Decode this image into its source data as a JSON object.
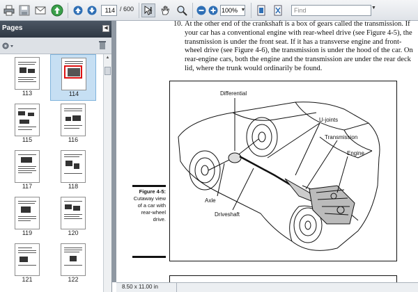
{
  "toolbar": {
    "page_number": "114",
    "page_total": "/ 600",
    "zoom": "100%",
    "find_placeholder": "Find",
    "icons": [
      "print-icon",
      "save-icon",
      "email-icon",
      "upload-icon",
      "prev-page-icon",
      "next-page-icon",
      "select-tool-icon",
      "hand-tool-icon",
      "marquee-zoom-icon",
      "zoom-out-icon",
      "zoom-in-icon",
      "fit-page-icon",
      "full-screen-icon"
    ]
  },
  "sidebar": {
    "title": "Pages",
    "thumbnails": [
      {
        "label": "113",
        "selected": false
      },
      {
        "label": "114",
        "selected": true
      },
      {
        "label": "115",
        "selected": false
      },
      {
        "label": "116",
        "selected": false
      },
      {
        "label": "117",
        "selected": false
      },
      {
        "label": "118",
        "selected": false
      },
      {
        "label": "119",
        "selected": false
      },
      {
        "label": "120",
        "selected": false
      },
      {
        "label": "121",
        "selected": false
      },
      {
        "label": "122",
        "selected": false
      }
    ]
  },
  "document": {
    "item_number": "10.",
    "paragraph": "At the other end of the crankshaft is a box of gears called the transmission. If your car has a conventional engine with rear-wheel drive (see Figure 4-5), the transmission is under the front seat. If it has a transverse engine and front-wheel drive (see Figure 4-6), the transmission is under the hood of the car. On rear-engine cars, both the engine and the transmission are under the rear deck lid, where the trunk would ordinarily be found.",
    "figure": {
      "labels": {
        "differential": "Differential",
        "ujoints": "U-joints",
        "transmission": "Transmission",
        "engine": "Engine",
        "axle": "Axle",
        "driveshaft": "Driveshaft"
      },
      "caption_title": "Figure 4-5:",
      "caption_text": "Cutaway view of a car with rear-wheel drive."
    }
  },
  "status": {
    "page_size": "8.50 x 11.00 in"
  },
  "colors": {
    "sidebar_header": "#3b4550",
    "selected_thumb": "#c6dff3",
    "toolbar_icon_blue": "#2f6fb5"
  }
}
